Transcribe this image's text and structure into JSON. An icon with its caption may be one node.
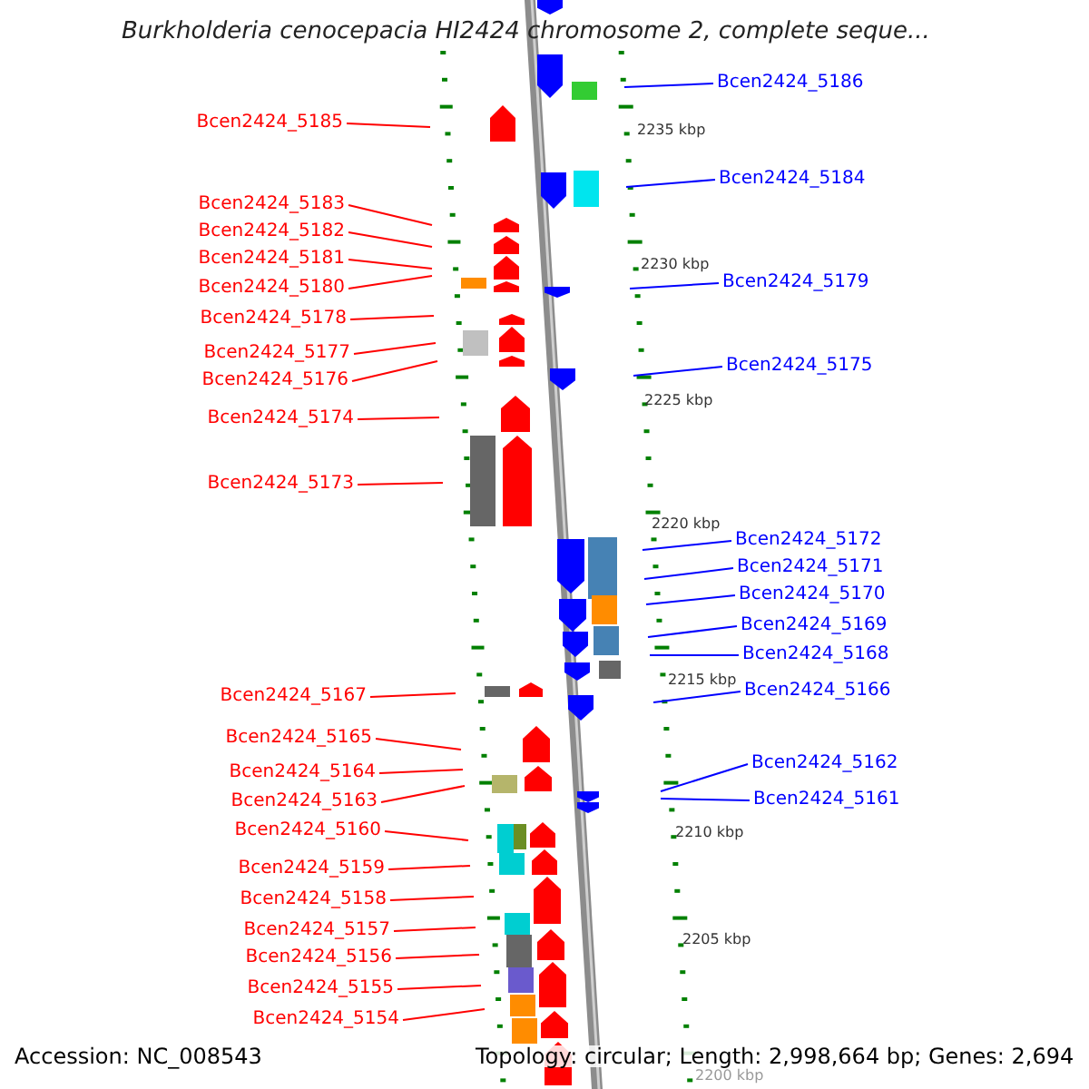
{
  "diagram": {
    "title": "Burkholderia cenocepacia HI2424 chromosome 2, complete seque...",
    "nodes": [
      {
        "text": [
          "Bcen2424_5186"
        ]
      },
      {
        "text": [
          "Bcen2424_5185"
        ]
      },
      {
        "text": [
          "Bcen2424_5184"
        ]
      },
      {
        "text": [
          "Bcen2424_5183"
        ]
      },
      {
        "text": [
          "Bcen2424_5182"
        ]
      },
      {
        "text": [
          "Bcen2424_5181"
        ]
      },
      {
        "text": [
          "Bcen2424_5179"
        ]
      },
      {
        "text": [
          "Bcen2424_5180"
        ]
      },
      {
        "text": [
          "Bcen2424_5178"
        ]
      },
      {
        "text": [
          "Bcen2424_5177"
        ]
      },
      {
        "text": [
          "Bcen2424_5175"
        ]
      },
      {
        "text": [
          "Bcen2424_5176"
        ]
      },
      {
        "text": [
          "Bcen2424_5174"
        ]
      },
      {
        "text": [
          "Bcen2424_5173"
        ]
      },
      {
        "text": [
          "Bcen2424_5172"
        ]
      },
      {
        "text": [
          "Bcen2424_5171"
        ]
      },
      {
        "text": [
          "Bcen2424_5170"
        ]
      },
      {
        "text": [
          "Bcen2424_5169"
        ]
      },
      {
        "text": [
          "Bcen2424_5168"
        ]
      },
      {
        "text": [
          "Bcen2424_5166"
        ]
      },
      {
        "text": [
          "Bcen2424_5167"
        ]
      },
      {
        "text": [
          "Bcen2424_5165"
        ]
      },
      {
        "text": [
          "Bcen2424_5162"
        ]
      },
      {
        "text": [
          "Bcen2424_5164"
        ]
      },
      {
        "text": [
          "Bcen2424_5161"
        ]
      },
      {
        "text": [
          "Bcen2424_5163"
        ]
      },
      {
        "text": [
          "Bcen2424_5160"
        ]
      },
      {
        "text": [
          "Bcen2424_5159"
        ]
      },
      {
        "text": [
          "Bcen2424_5158"
        ]
      },
      {
        "text": [
          "Bcen2424_5157"
        ]
      },
      {
        "text": [
          "Bcen2424_5156"
        ]
      },
      {
        "text": [
          "Bcen2424_5155"
        ]
      },
      {
        "text": [
          "Bcen2424_5154"
        ]
      }
    ],
    "edges": [
      {
        "from": 0,
        "to": null,
        "arrow": "none",
        "color": "#0000ff"
      },
      {
        "from": 1,
        "to": null,
        "arrow": "none"
      },
      {
        "from": 2,
        "to": null,
        "arrow": "none",
        "color": "#0000ff"
      },
      {
        "from": 3,
        "to": null,
        "arrow": "none"
      },
      {
        "from": 4,
        "to": null,
        "arrow": "none"
      },
      {
        "from": 5,
        "to": null,
        "arrow": "none"
      },
      {
        "from": 6,
        "to": null,
        "arrow": "none",
        "color": "#0000ff"
      },
      {
        "from": 7,
        "to": null,
        "arrow": "none"
      },
      {
        "from": 8,
        "to": null,
        "arrow": "none"
      },
      {
        "from": 9,
        "to": null,
        "arrow": "none"
      },
      {
        "from": 10,
        "to": null,
        "arrow": "none",
        "color": "#0000ff"
      },
      {
        "from": 11,
        "to": null,
        "arrow": "none"
      },
      {
        "from": 12,
        "to": null,
        "arrow": "none"
      },
      {
        "from": 13,
        "to": null,
        "arrow": "none"
      },
      {
        "from": 14,
        "to": null,
        "arrow": "none",
        "color": "#0000ff"
      },
      {
        "from": 15,
        "to": null,
        "arrow": "none",
        "color": "#0000ff"
      },
      {
        "from": 16,
        "to": null,
        "arrow": "none",
        "color": "#0000ff"
      },
      {
        "from": 17,
        "to": null,
        "arrow": "none",
        "color": "#0000ff"
      },
      {
        "from": 18,
        "to": null,
        "arrow": "none",
        "color": "#0000ff"
      },
      {
        "from": 19,
        "to": null,
        "arrow": "none",
        "color": "#0000ff"
      },
      {
        "from": 20,
        "to": null,
        "arrow": "none"
      },
      {
        "from": 21,
        "to": null,
        "arrow": "none"
      },
      {
        "from": 22,
        "to": null,
        "arrow": "none",
        "color": "#0000ff"
      },
      {
        "from": 23,
        "to": null,
        "arrow": "none"
      },
      {
        "from": 24,
        "to": null,
        "arrow": "none",
        "color": "#0000ff"
      },
      {
        "from": 25,
        "to": null,
        "arrow": "none"
      },
      {
        "from": 26,
        "to": null,
        "arrow": "none"
      },
      {
        "from": 27,
        "to": null,
        "arrow": "none"
      },
      {
        "from": 28,
        "to": null,
        "arrow": "none"
      },
      {
        "from": 29,
        "to": null,
        "arrow": "none"
      },
      {
        "from": 30,
        "to": null,
        "arrow": "none"
      },
      {
        "from": 31,
        "to": null,
        "arrow": "none"
      },
      {
        "from": 32,
        "to": null,
        "arrow": "none"
      }
    ],
    "labels": [
      "2235 kbp",
      "2230 kbp",
      "2225 kbp",
      "2220 kbp",
      "2215 kbp",
      "2210 kbp",
      "2205 kbp",
      "2200 kbp",
      "Accession: NC_008543",
      "Topology: circular; Length: 2,998,664 bp; Genes: 2,694"
    ]
  }
}
